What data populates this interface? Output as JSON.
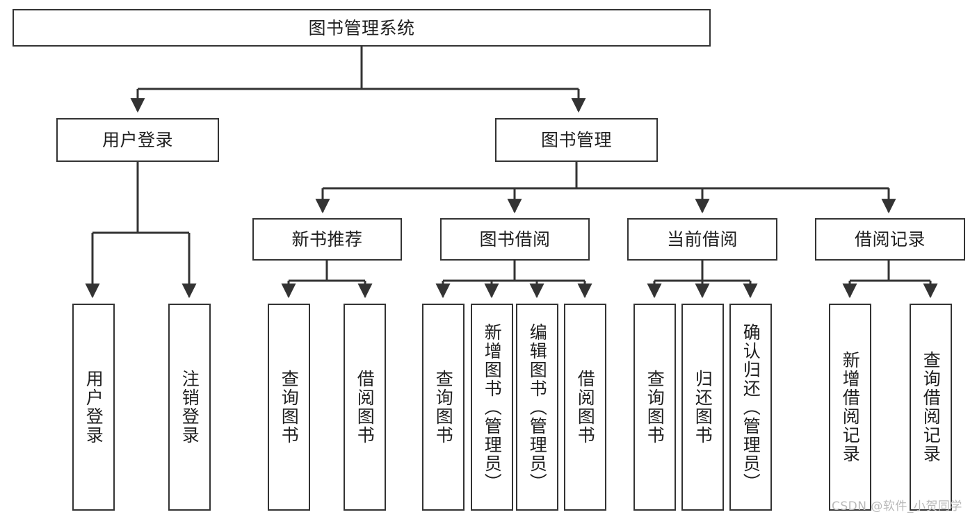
{
  "diagram": {
    "title": "图书管理系统",
    "type": "tree-hierarchy",
    "root": {
      "id": "root",
      "label": "图书管理系统"
    },
    "level2": [
      {
        "id": "user-login",
        "label": "用户登录"
      },
      {
        "id": "book-manage",
        "label": "图书管理"
      }
    ],
    "level3": [
      {
        "id": "new-book-rec",
        "label": "新书推荐"
      },
      {
        "id": "book-borrow",
        "label": "图书借阅"
      },
      {
        "id": "current-borrow",
        "label": "当前借阅"
      },
      {
        "id": "borrow-record",
        "label": "借阅记录"
      }
    ],
    "leaves": {
      "user_login": [
        {
          "id": "leaf-user-login",
          "label": "用户登录"
        },
        {
          "id": "leaf-logout",
          "label": "注销登录"
        }
      ],
      "new_book_rec": [
        {
          "id": "leaf-query-book-1",
          "label": "查询图书"
        },
        {
          "id": "leaf-borrow-book-1",
          "label": "借阅图书"
        }
      ],
      "book_borrow": [
        {
          "id": "leaf-query-book-2",
          "label": "查询图书"
        },
        {
          "id": "leaf-add-book",
          "label": "新增图书（管理员）"
        },
        {
          "id": "leaf-edit-book",
          "label": "编辑图书（管理员）"
        },
        {
          "id": "leaf-borrow-book-2",
          "label": "借阅图书"
        }
      ],
      "current_borrow": [
        {
          "id": "leaf-query-book-3",
          "label": "查询图书"
        },
        {
          "id": "leaf-return-book",
          "label": "归还图书"
        },
        {
          "id": "leaf-confirm-return",
          "label": "确认归还（管理员）"
        }
      ],
      "borrow_record": [
        {
          "id": "leaf-add-record",
          "label": "新增借阅记录"
        },
        {
          "id": "leaf-query-record",
          "label": "查询借阅记录"
        }
      ]
    },
    "colors": {
      "stroke": "#333333",
      "fill": "#ffffff",
      "text": "#1f1f1f",
      "watermark": "#b9b9b9"
    }
  },
  "watermark": {
    "text": "CSDN @软件_小贺同学"
  }
}
